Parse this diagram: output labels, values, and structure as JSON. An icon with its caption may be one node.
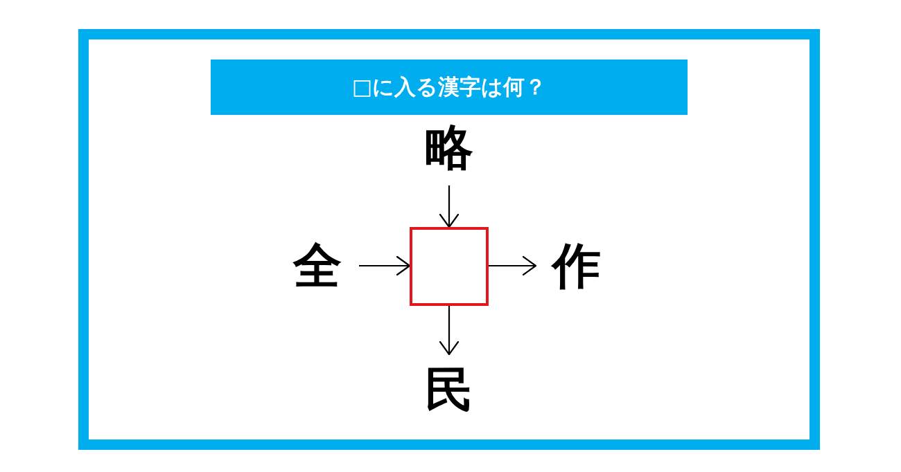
{
  "diagram": {
    "title": "□に入る漢字は何？",
    "nodes": [
      {
        "text": [
          "略"
        ]
      },
      {
        "text": [
          "全"
        ]
      },
      {
        "text": [],
        "shape": "box"
      },
      {
        "text": [
          "作"
        ]
      },
      {
        "text": [
          "民"
        ]
      }
    ],
    "edges": [
      {
        "from": 0,
        "to": 2,
        "arrow": "to"
      },
      {
        "from": 1,
        "to": 2,
        "arrow": "to"
      },
      {
        "from": 2,
        "to": 3,
        "arrow": "to"
      },
      {
        "from": 2,
        "to": 4,
        "arrow": "to"
      }
    ]
  }
}
